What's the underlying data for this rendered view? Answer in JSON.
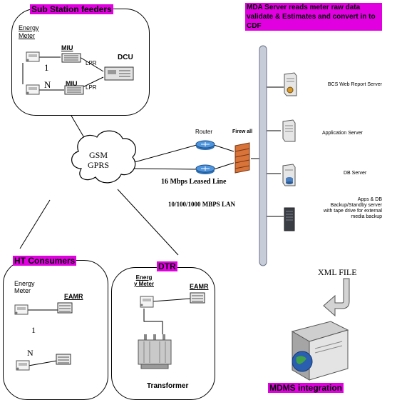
{
  "regions": {
    "substation": {
      "title": "Sub Station feeders",
      "energy_meter": "Energy Meter",
      "miu_top": "MIU",
      "miu_bottom": "MIU",
      "lpr_top": "LPR",
      "lpr_bottom": "LPR",
      "dcu": "DCU",
      "index_1": "1",
      "index_n": "N"
    },
    "ht": {
      "title": "HT Consumers",
      "energy_meter": "Energy Meter",
      "eamr": "EAMR",
      "index_1": "1",
      "index_n": "N"
    },
    "dtr": {
      "title": "DTR",
      "energy_meter": "Energ y Meter",
      "eamr": "EAMR",
      "transformer": "Transformer"
    }
  },
  "network": {
    "cloud_line1": "GSM",
    "cloud_line2": "GPRS",
    "router": "Router",
    "firewall": "Firew all",
    "leased_line": "16 Mbps Leased Line",
    "lan": "10/100/1000 MBPS LAN"
  },
  "mda": {
    "title": "MDA Server reads meter   raw data validate & Estimates and convert in to CDF",
    "servers": [
      {
        "label": "BCS Web Report Server"
      },
      {
        "label": "Application Server"
      },
      {
        "label": "DB Server"
      },
      {
        "label": "Apps & DB Backup/Standby server with tape drive for external media backup"
      }
    ],
    "xml": "XML FILE",
    "mdms": "MDMS integration"
  },
  "colors": {
    "accent": "#e000e0",
    "bus": "#c7ccd9",
    "router": "#3d7fc4",
    "firewall": "#d8743a"
  }
}
